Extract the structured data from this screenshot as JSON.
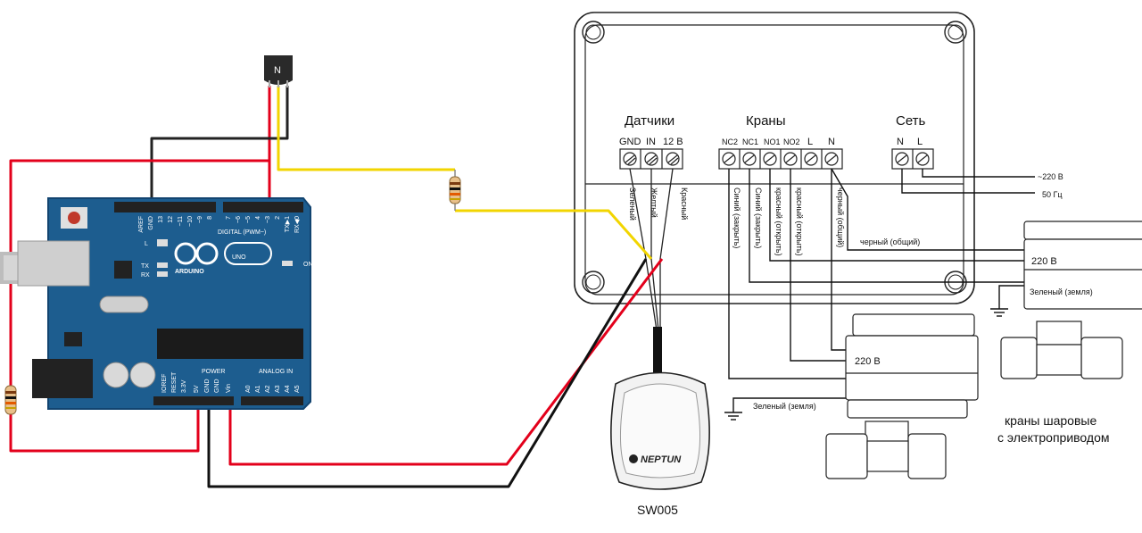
{
  "controller": {
    "groups": {
      "sensors": "Датчики",
      "valves": "Краны",
      "mains": "Сеть"
    },
    "sensor_pins": [
      "GND",
      "IN",
      "12 В"
    ],
    "valve_pins": [
      "NC2",
      "NC1",
      "NO1",
      "NO2",
      "L",
      "N"
    ],
    "mains_pins": [
      "N",
      "L"
    ],
    "vertical_labels": {
      "green": "Зеленый",
      "yellow": "Желтый",
      "red": "Красный",
      "blue_close_1": "Синий (закрыть)",
      "blue_close_2": "Синий (закрыть)",
      "red_open_1": "красный (открыть)",
      "red_open_2": "красный (открыть)",
      "black_common": "черный (общий)"
    }
  },
  "mains": {
    "voltage": "~220 В",
    "frequency": "50 Гц"
  },
  "valve_top": {
    "common_label": "черный (общий)",
    "voltage": "220 В",
    "ground": "Зеленый (земля)"
  },
  "valve_bottom": {
    "voltage": "220 В",
    "ground": "Зеленый (земля)"
  },
  "valves_caption": {
    "line1": "краны шаровые",
    "line2": "с электроприводом"
  },
  "sensor": {
    "brand": "NEPTUN",
    "model": "SW005"
  },
  "arduino": {
    "logo_text": "ARDUINO",
    "model": "UNO",
    "digital_label": "DIGITAL (PWM~)",
    "power_label": "POWER",
    "analog_label": "ANALOG IN",
    "on_label": "ON",
    "l_label": "L",
    "tx_label": "TX",
    "rx_label": "RX",
    "top_pins": [
      "AREF",
      "GND",
      "13",
      "12",
      "~11",
      "~10",
      "~9",
      "8",
      "7",
      "~6",
      "~5",
      "4",
      "~3",
      "2",
      "TX▶1",
      "RX◀0"
    ],
    "power_pins": [
      "IOREF",
      "RESET",
      "3.3V",
      "5V",
      "GND",
      "GND",
      "Vin"
    ],
    "analog_pins": [
      "A0",
      "A1",
      "A2",
      "A3",
      "A4",
      "A5"
    ]
  },
  "transistor": {
    "label": "N"
  },
  "colors": {
    "board": "#1d5d8f",
    "wire_red": "#e3001b",
    "wire_black": "#111111",
    "wire_yellow": "#f2d500",
    "wire_gray": "#333333"
  }
}
